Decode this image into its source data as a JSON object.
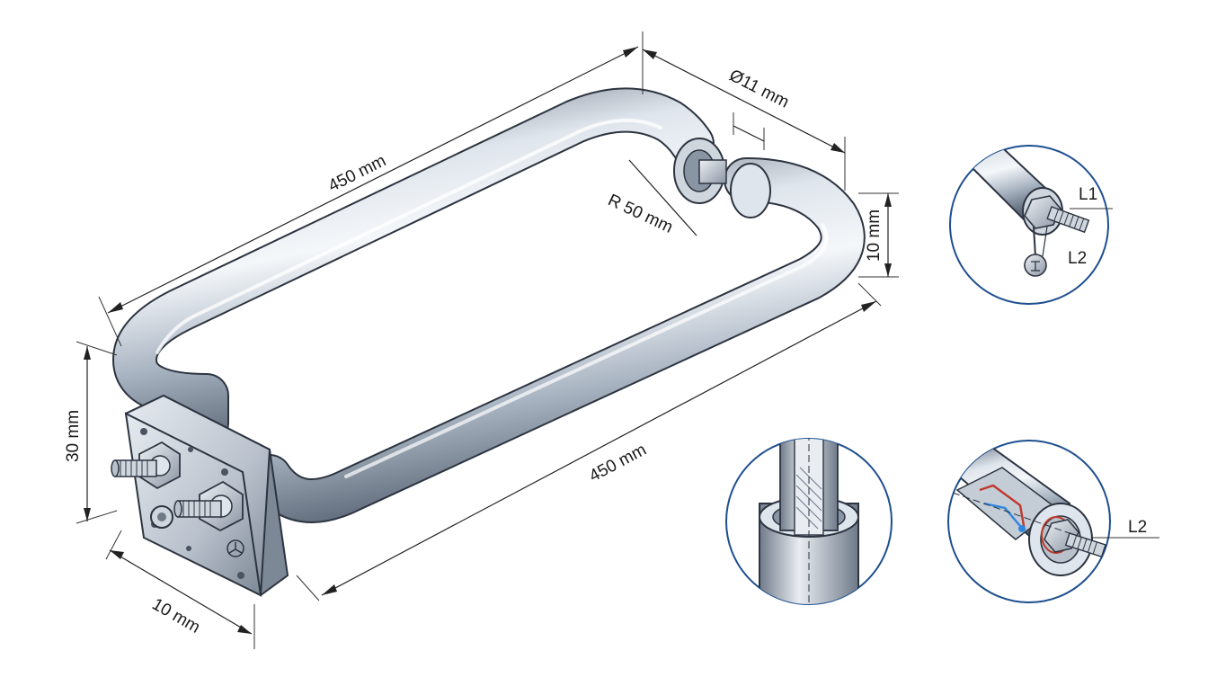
{
  "diagram": {
    "dimensions": {
      "length_top": "450 mm",
      "length_bottom": "450 mm",
      "tube_diameter": "Ø11 mm",
      "bend_radius": "R 50 mm",
      "right_height": "10 mm",
      "left_height": "30 mm",
      "flange_width": "10 mm"
    },
    "details": {
      "terminal_top": {
        "label_a": "L1",
        "label_b": "L2"
      },
      "terminal_bottom_right": {
        "label": "L2"
      }
    },
    "colors": {
      "tube_light": "#e8edf3",
      "tube_mid": "#a9b4c2",
      "tube_dark": "#5d6878",
      "flange": "#b9c1cc",
      "frame_blue": "#1f4f8f",
      "wire_red": "#c0392b",
      "wire_blue": "#2e86de"
    }
  }
}
